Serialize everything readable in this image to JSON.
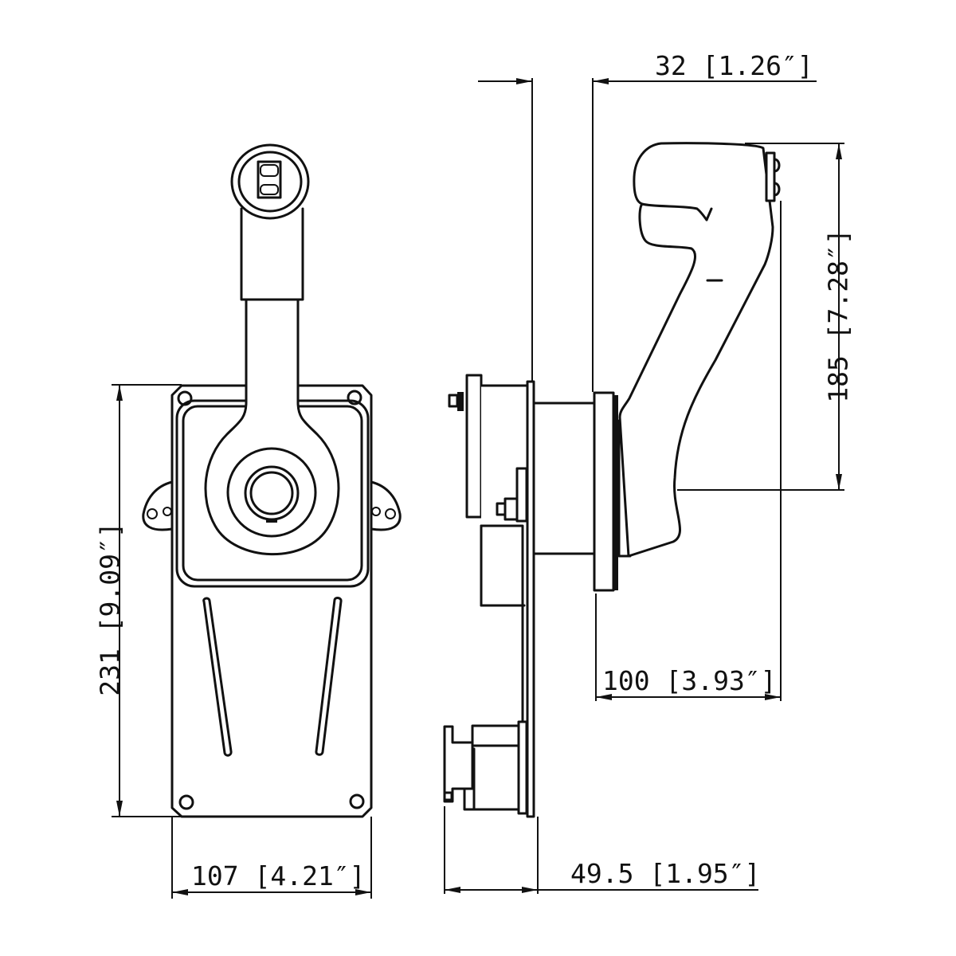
{
  "drawing": {
    "subject": "Single-lever marine throttle/shift control",
    "views": [
      "front-view",
      "side-view"
    ],
    "line_color": "#111111",
    "background": "#ffffff"
  },
  "dimensions": {
    "top_offset": {
      "label": "32 [1.26″]",
      "mm": 32,
      "in": 1.26
    },
    "lever_height": {
      "label": "185 [7.28″]",
      "mm": 185,
      "in": 7.28
    },
    "plate_height": {
      "label": "231 [9.09″]",
      "mm": 231,
      "in": 9.09
    },
    "plate_width": {
      "label": "107 [4.21″]",
      "mm": 107,
      "in": 4.21
    },
    "lever_reach": {
      "label": "100 [3.93″]",
      "mm": 100,
      "in": 3.93
    },
    "rear_depth": {
      "label": "49.5 [1.95″]",
      "mm": 49.5,
      "in": 1.95
    }
  }
}
